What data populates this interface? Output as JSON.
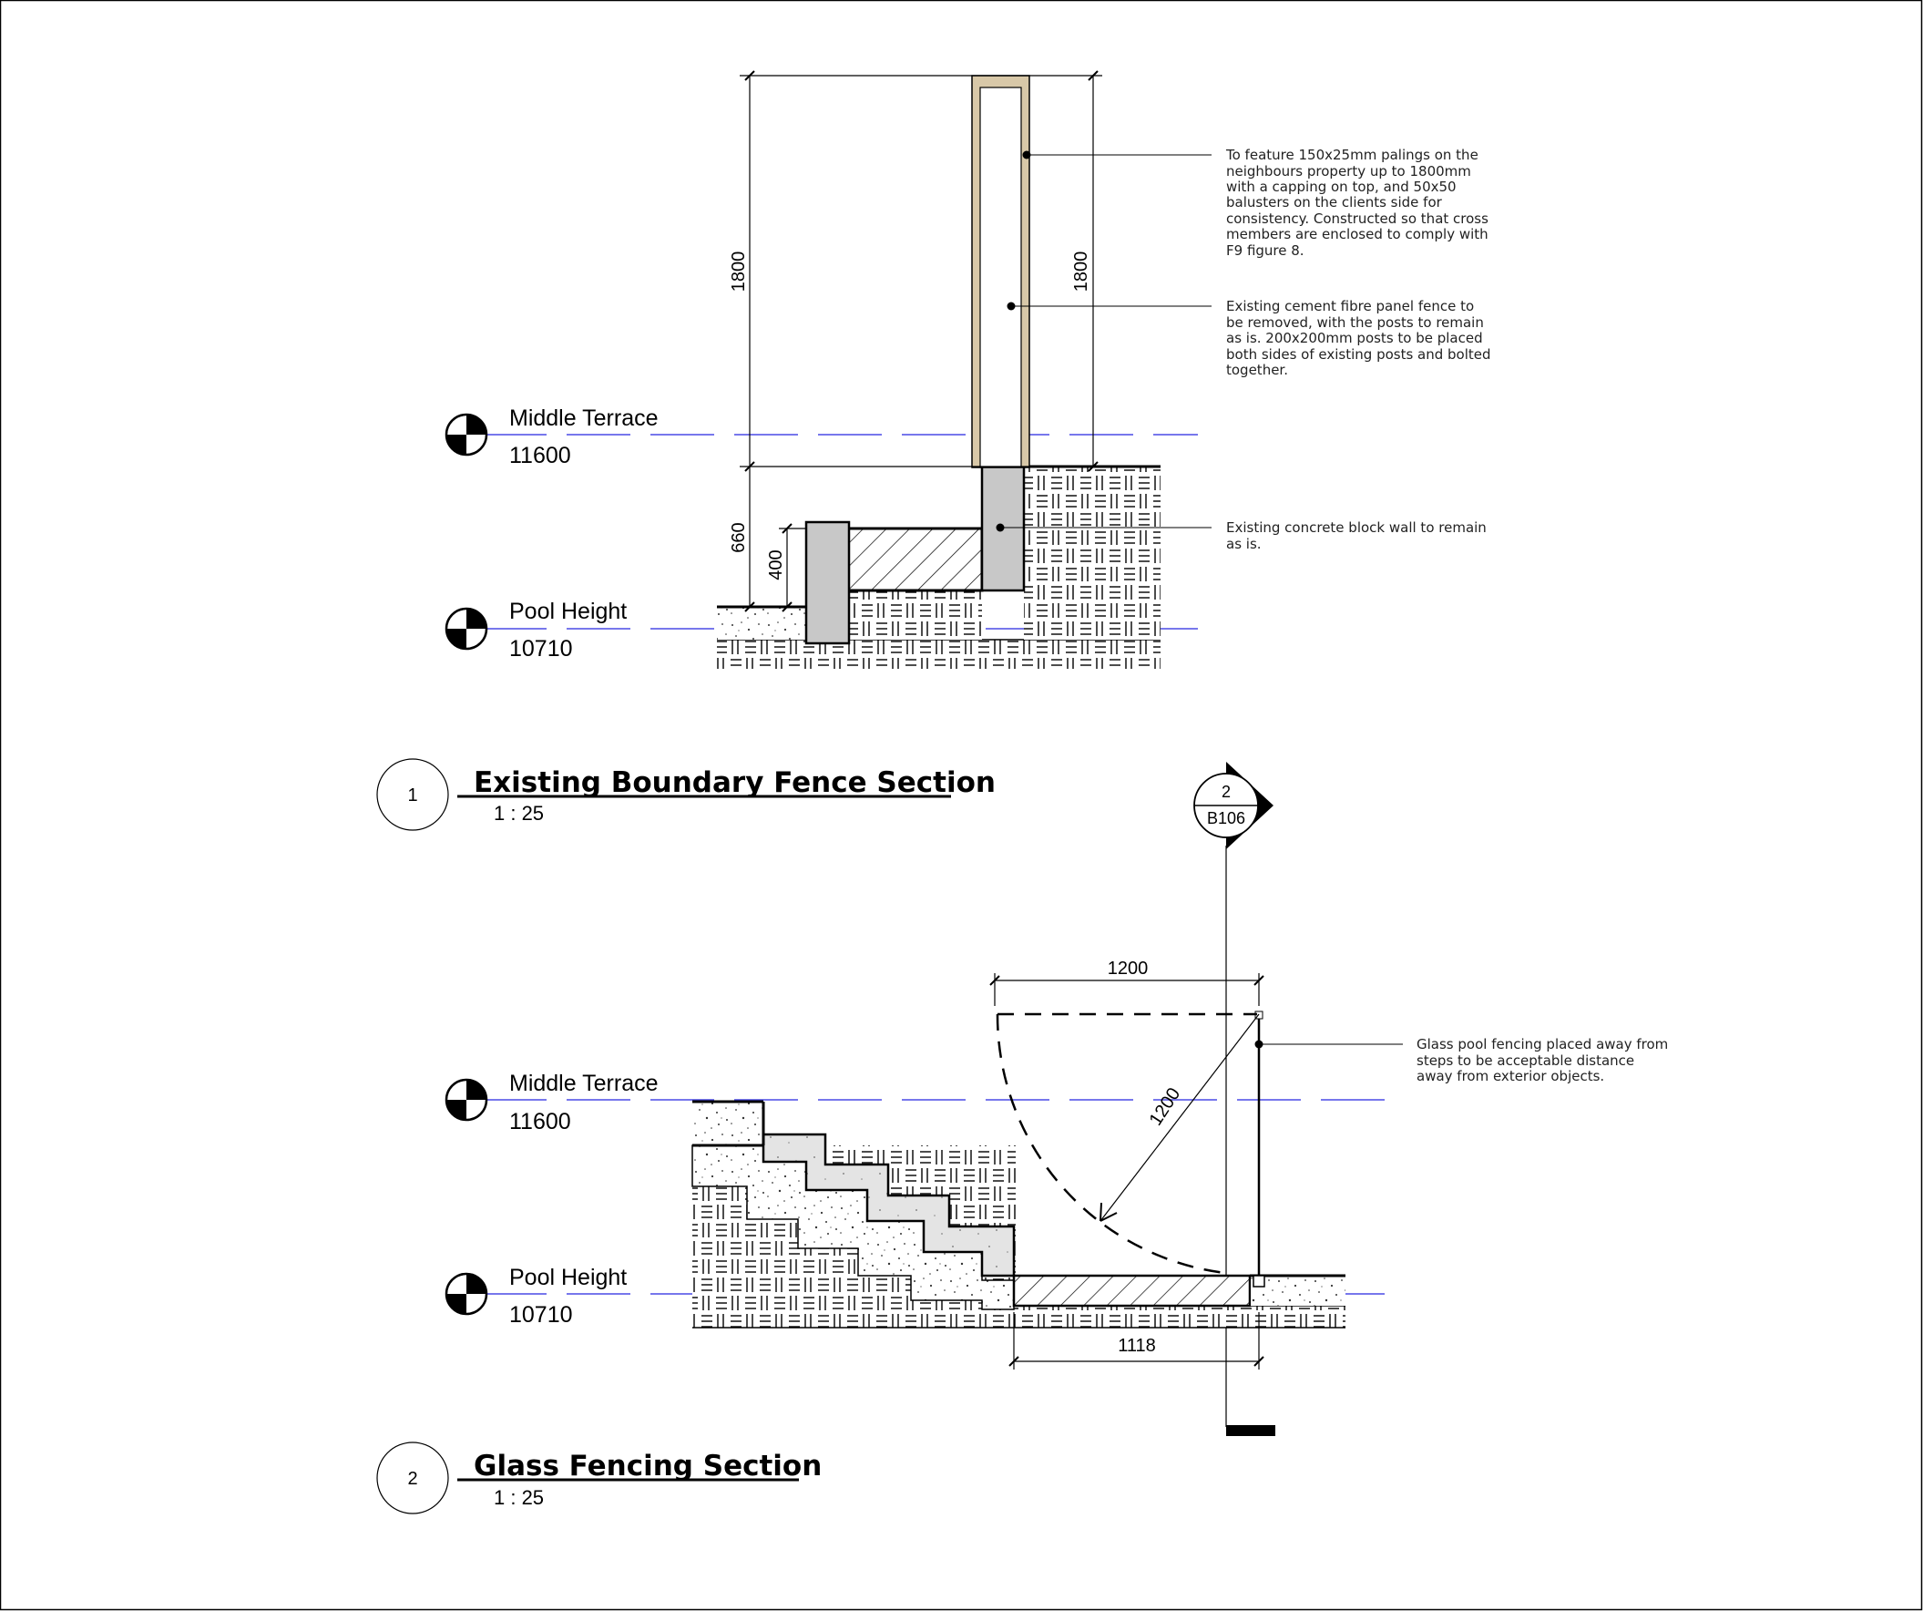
{
  "section1": {
    "number": "1",
    "title": "Existing Boundary Fence Section",
    "scale": "1 : 25",
    "levels": [
      {
        "name": "Middle Terrace",
        "value": "11600"
      },
      {
        "name": "Pool Height",
        "value": "10710"
      }
    ],
    "dimensions": {
      "fence_left": "1800",
      "fence_right": "1800",
      "wall": "660",
      "step": "400"
    },
    "notes": [
      [
        "To feature 150x25mm palings on the",
        "neighbours property up to 1800mm",
        "with a capping on top, and 50x50",
        "balusters on the clients side for",
        "consistency. Constructed so that cross",
        "members are enclosed to comply with",
        "F9 figure 8."
      ],
      [
        "Existing cement fibre panel fence to",
        "be removed, with the posts to remain",
        "as is. 200x200mm posts to be placed",
        "both sides of existing posts and bolted",
        "together."
      ],
      [
        "Existing concrete block wall to remain",
        "as is."
      ]
    ]
  },
  "section2": {
    "number": "2",
    "title": "Glass Fencing Section",
    "scale": "1 : 25",
    "levels": [
      {
        "name": "Middle Terrace",
        "value": "11600"
      },
      {
        "name": "Pool Height",
        "value": "10710"
      }
    ],
    "dimensions": {
      "top": "1200",
      "radius": "1200",
      "bottom": "1118"
    },
    "notes": [
      [
        "Glass pool fencing placed away from",
        "steps to be acceptable distance",
        "away from exterior objects."
      ]
    ]
  },
  "section_marker": {
    "number": "2",
    "sheet": "B106"
  },
  "colors": {
    "level_line": "#4a4ae6",
    "timber": "#d8c8a8",
    "block": "#c8c8c8",
    "concrete_light": "#e4e4e4"
  }
}
